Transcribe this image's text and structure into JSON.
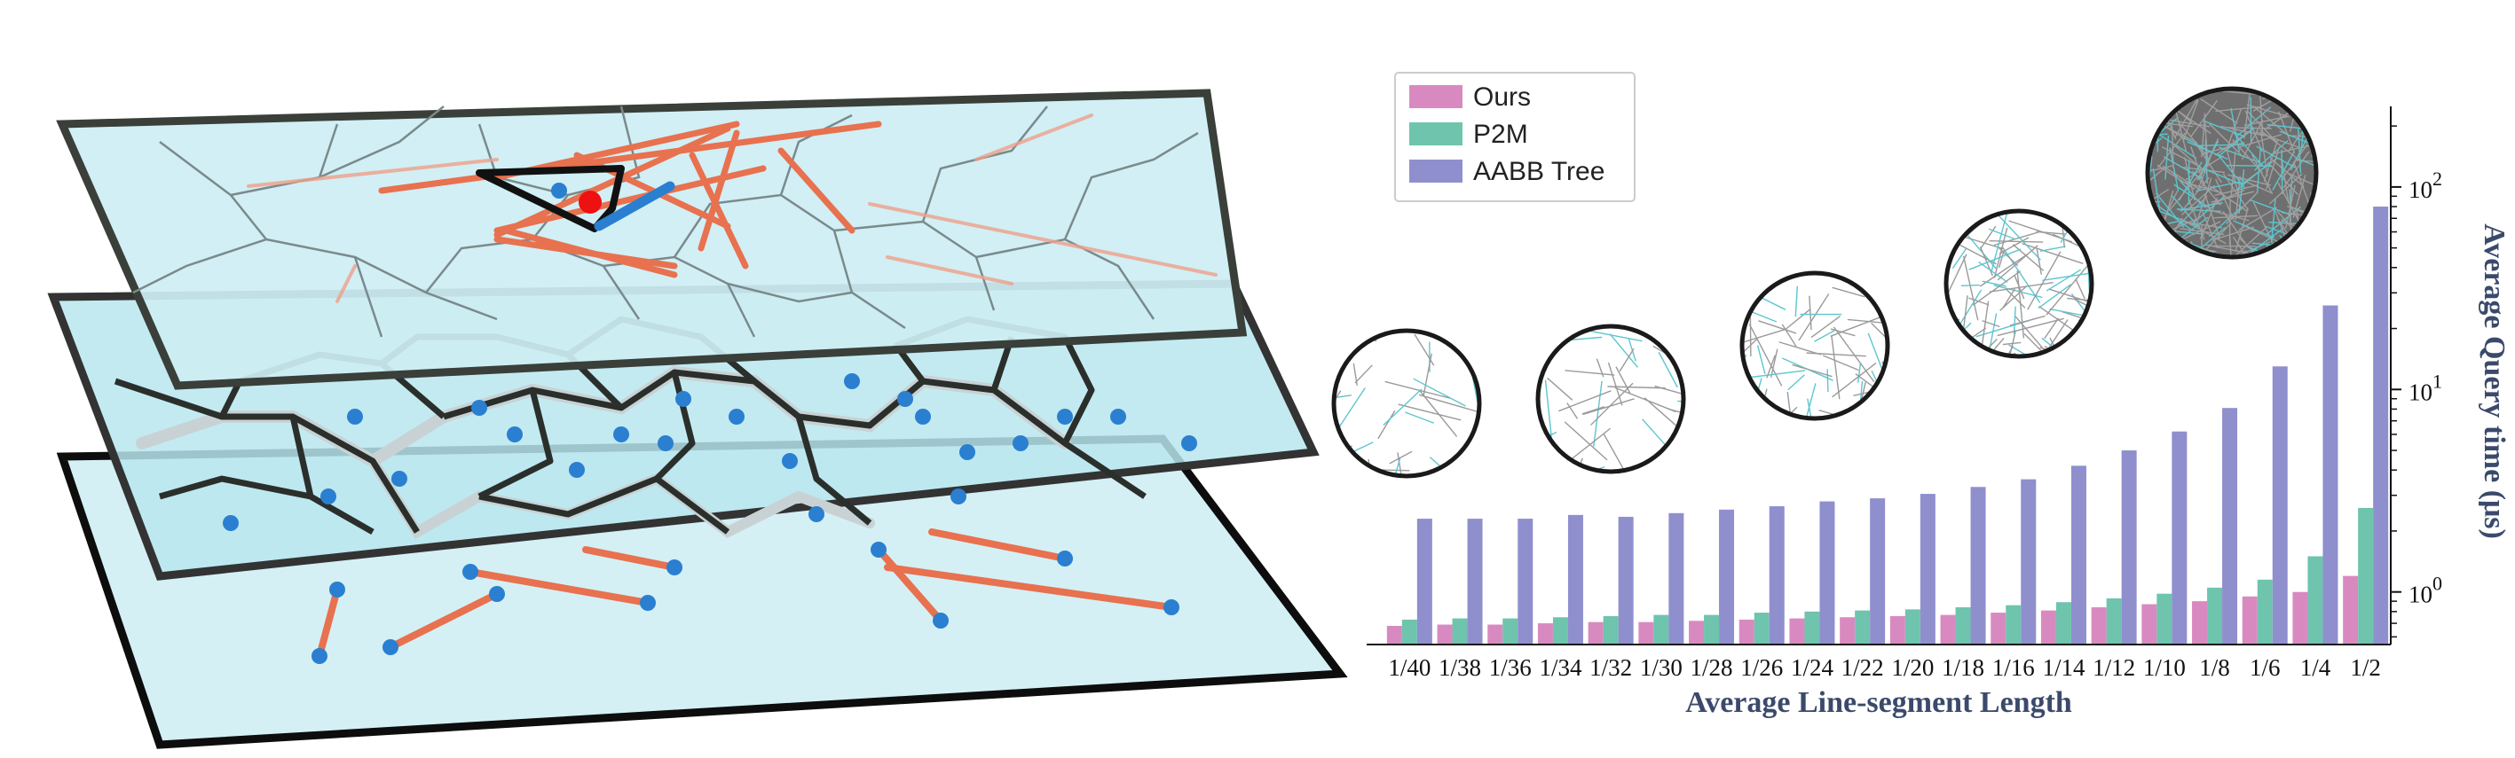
{
  "colors": {
    "ours": "#d88ac0",
    "p2m": "#6ec4ad",
    "aabb": "#8f8fce",
    "plane": "#cdeef3",
    "segment": "#e8714f",
    "point": "#2a7fd0"
  },
  "chart_data": {
    "type": "bar",
    "xlabel": "Average Line-segment Length",
    "ylabel": "Average Query time (μs)",
    "y_scale": "log",
    "ylim": [
      0.55,
      250
    ],
    "y_axis_position": "right",
    "legend_position": "top-left",
    "y_ticks": [
      {
        "value": 1,
        "base": "10",
        "exp": "0"
      },
      {
        "value": 10,
        "base": "10",
        "exp": "1"
      },
      {
        "value": 100,
        "base": "10",
        "exp": "2"
      }
    ],
    "categories": [
      "1/40",
      "1/38",
      "1/36",
      "1/34",
      "1/32",
      "1/30",
      "1/28",
      "1/26",
      "1/24",
      "1/22",
      "1/20",
      "1/18",
      "1/16",
      "1/14",
      "1/12",
      "1/10",
      "1/8",
      "1/6",
      "1/4",
      "1/2"
    ],
    "series": [
      {
        "name": "Ours",
        "color": "#d88ac0",
        "values": [
          0.68,
          0.69,
          0.69,
          0.7,
          0.71,
          0.71,
          0.72,
          0.73,
          0.74,
          0.75,
          0.76,
          0.77,
          0.79,
          0.81,
          0.84,
          0.87,
          0.9,
          0.95,
          1.0,
          1.2
        ]
      },
      {
        "name": "P2M",
        "color": "#6ec4ad",
        "values": [
          0.73,
          0.74,
          0.74,
          0.75,
          0.76,
          0.77,
          0.77,
          0.79,
          0.8,
          0.81,
          0.82,
          0.84,
          0.86,
          0.89,
          0.93,
          0.98,
          1.05,
          1.15,
          1.5,
          2.6
        ]
      },
      {
        "name": "AABB Tree",
        "color": "#8f8fce",
        "values": [
          2.3,
          2.3,
          2.3,
          2.4,
          2.35,
          2.45,
          2.55,
          2.65,
          2.8,
          2.9,
          3.05,
          3.3,
          3.6,
          4.2,
          5.0,
          6.2,
          8.1,
          13.0,
          26.0,
          80.0
        ]
      }
    ]
  }
}
